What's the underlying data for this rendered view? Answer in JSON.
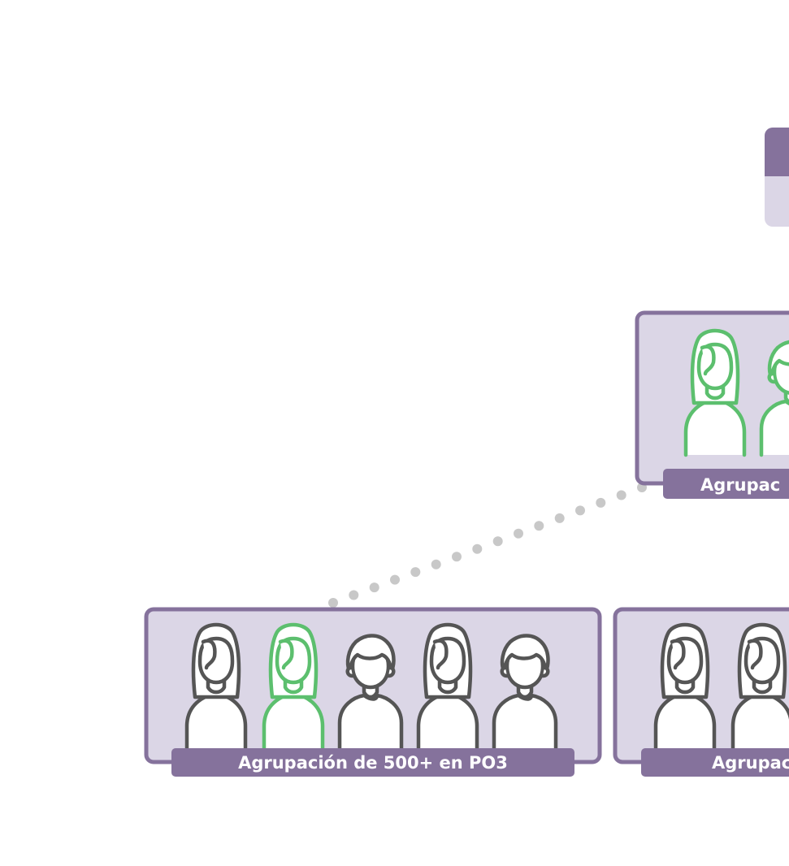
{
  "colors": {
    "frame": "#85729c",
    "panel_fill": "#dbd6e6",
    "label_fill": "#85729c",
    "label_text": "#ffffff",
    "person_default": "#555555",
    "person_highlight": "#5cbf6e",
    "connector": "#c8c8c8",
    "background": "#ffffff"
  },
  "groups": [
    {
      "id": "top",
      "label": "Agrupac",
      "people": [
        {
          "type": "woman",
          "highlight": true
        },
        {
          "type": "man",
          "highlight": true
        }
      ]
    },
    {
      "id": "bottom-left",
      "label": "Agrupación de 500+ en PO3",
      "people": [
        {
          "type": "woman",
          "highlight": false
        },
        {
          "type": "woman",
          "highlight": true
        },
        {
          "type": "man",
          "highlight": false
        },
        {
          "type": "woman",
          "highlight": false
        },
        {
          "type": "man",
          "highlight": false
        }
      ]
    },
    {
      "id": "bottom-right",
      "label": "Agrupac",
      "people": [
        {
          "type": "woman",
          "highlight": false
        },
        {
          "type": "woman",
          "highlight": false
        }
      ]
    }
  ],
  "legend_block": {
    "visible": true
  },
  "connector": {
    "style": "dotted"
  }
}
